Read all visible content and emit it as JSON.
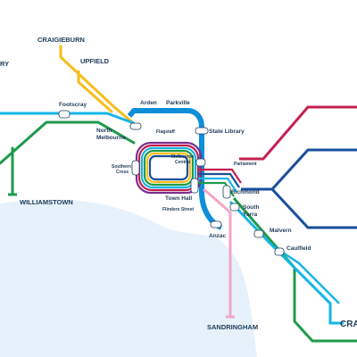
{
  "colors": {
    "water": "#e7f1fb",
    "cyan": "#15b5e6",
    "cyan_dark": "#0c8fd8",
    "yellow": "#f6bd1a",
    "green": "#1f9a4b",
    "red": "#c42050",
    "blue": "#184f9c",
    "pink": "#f2a6c6",
    "purple": "#7b2f8e",
    "label": "#1f3b57"
  },
  "stations": {
    "craigieburn": "CRAIGIEBURN",
    "upfield": "UPFIELD",
    "sunbury_partial": "RY",
    "footscray": "Footscray",
    "williamstown": "WILLIAMSTOWN",
    "arden": "Arden",
    "parkville": "Parkville",
    "north_melbourne_1": "North",
    "north_melbourne_2": "Melbourne",
    "flagstaff": "Flagstaff",
    "state_library": "State Library",
    "melbourne_central_1": "Melbourne",
    "melbourne_central_2": "Central",
    "southern_cross_1": "Southern",
    "southern_cross_2": "Cross",
    "parliament": "Parliament",
    "town_hall": "Town Hall",
    "flinders_street": "Flinders Street",
    "richmond": "Richmond",
    "south_yarra_1": "South",
    "south_yarra_2": "Yarra",
    "anzac": "Anzac",
    "malvern": "Malvern",
    "caulfield": "Caulfield",
    "sandringham": "SANDRINGHAM",
    "cranbourne_partial": "CRA"
  }
}
